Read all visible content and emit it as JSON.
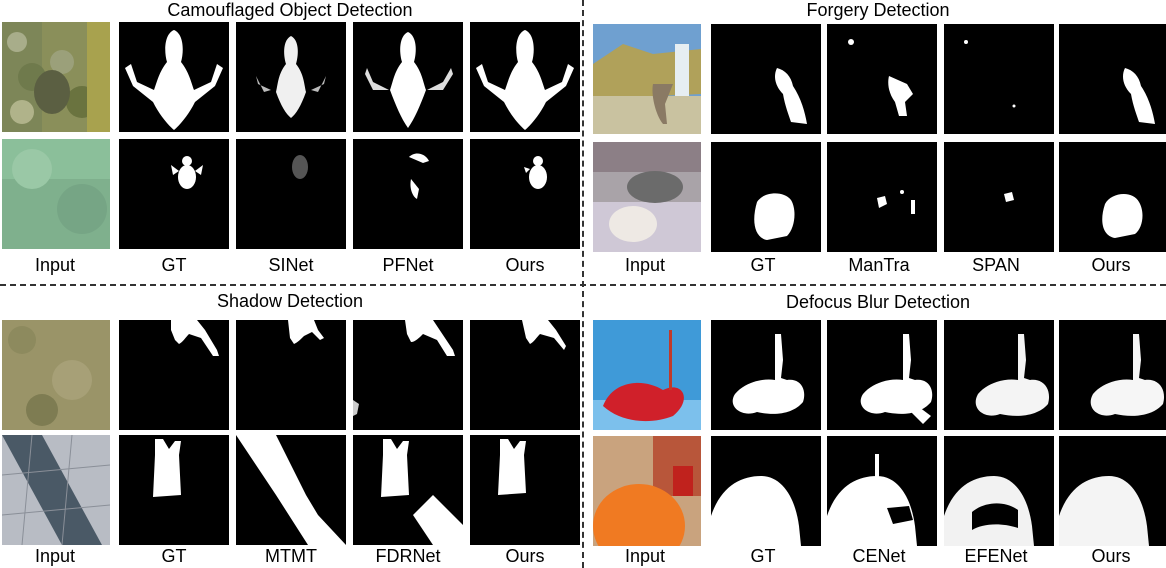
{
  "panels": {
    "camo": {
      "title": "Camouflaged Object Detection",
      "labels": [
        "Input",
        "GT",
        "SINet",
        "PFNet",
        "Ours"
      ]
    },
    "forgery": {
      "title": "Forgery Detection",
      "labels": [
        "Input",
        "GT",
        "ManTra",
        "SPAN",
        "Ours"
      ]
    },
    "shadow": {
      "title": "Shadow Detection",
      "labels": [
        "Input",
        "GT",
        "MTMT",
        "FDRNet",
        "Ours"
      ]
    },
    "defocus": {
      "title": "Defocus Blur Detection",
      "labels": [
        "Input",
        "GT",
        "CENet",
        "EFENet",
        "Ours"
      ]
    }
  },
  "colors": {
    "mask_background": "#000000",
    "mask_foreground": "#ffffff",
    "divider": "#333333"
  }
}
